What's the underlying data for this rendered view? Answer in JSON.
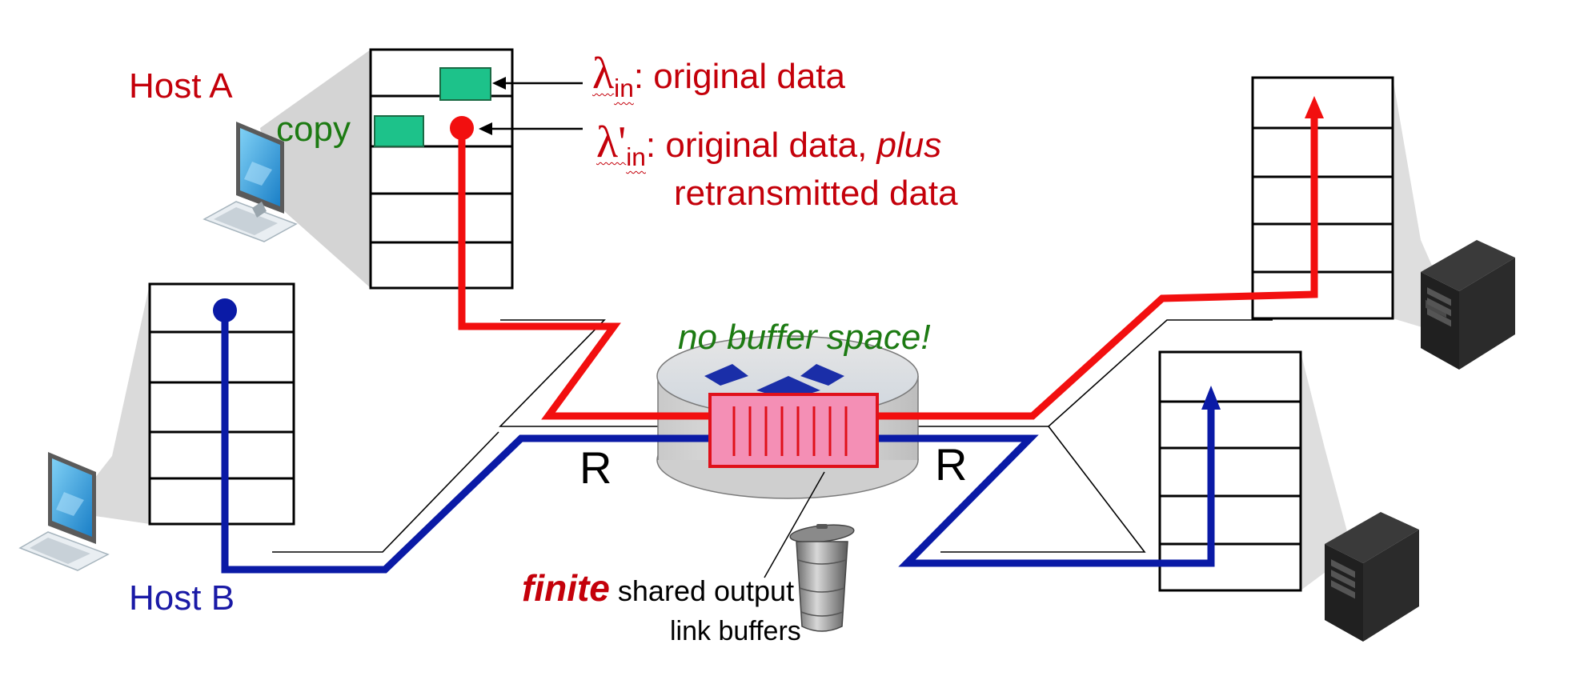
{
  "labels": {
    "host_a": "Host A",
    "host_b": "Host B",
    "copy": "copy",
    "lambda_in_symbol": "λ",
    "lambda_in_sub": "in",
    "lambda_in_text": ": original data",
    "lambda_prime_symbol": "λ'",
    "lambda_prime_sub": "in",
    "lambda_prime_text_1": ": original data, ",
    "lambda_prime_plus": "plus",
    "lambda_prime_text_2": "retransmitted data",
    "no_buffer": "no buffer space!",
    "router_left_R": "R",
    "router_right_R": "R",
    "finite": "finite",
    "shared_output": "shared output",
    "link_buffers": "link buffers"
  },
  "icons": {
    "host_a_laptop": "laptop-icon",
    "host_b_laptop": "laptop-icon",
    "server_top": "server-tower-icon",
    "server_bottom": "server-tower-icon",
    "router": "router-icon",
    "trash": "trash-can-icon"
  },
  "colors": {
    "flow_a": "#f20f0f",
    "flow_b": "#0a1aa6",
    "packet": "#1dc28a",
    "buffer_fill": "#f48fb5",
    "buffer_border": "#e0101a"
  }
}
